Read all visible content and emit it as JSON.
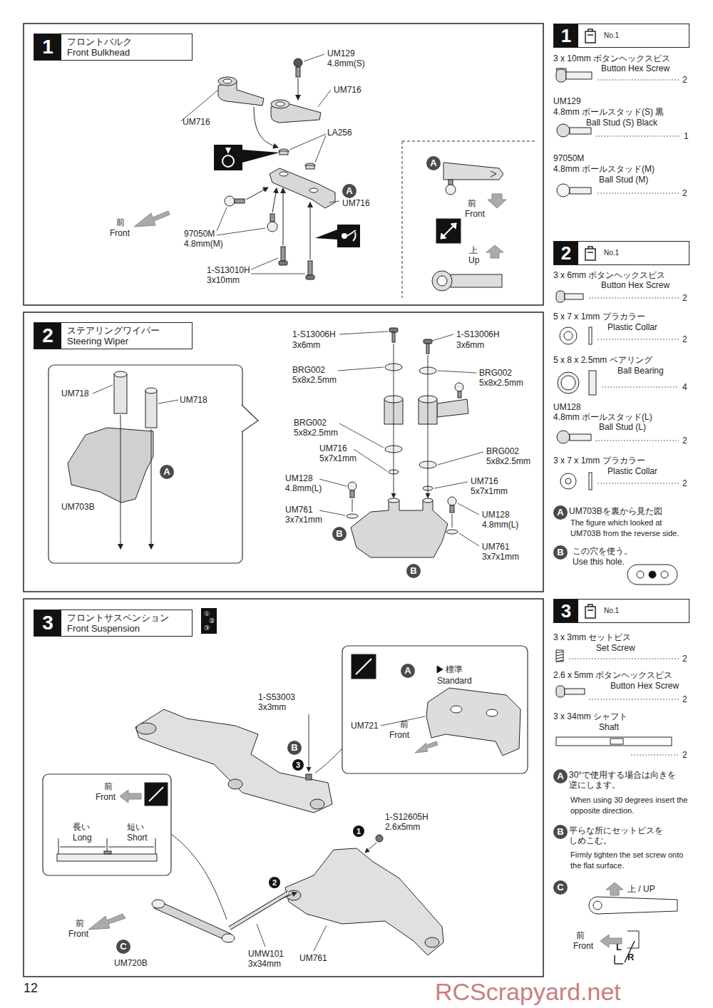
{
  "diagram": {
    "nodes": [
      {
        "text": [
          "1",
          "フロントバルク",
          "Front Bulkhead"
        ]
      },
      {
        "text": [
          "2",
          "ステアリングワイパー",
          "Steering Wiper"
        ]
      },
      {
        "text": [
          "3",
          "フロントサスペンション",
          "Front Suspension"
        ]
      },
      {
        "text": [
          "1",
          "No.1"
        ]
      },
      {
        "text": [
          "2",
          "No.1"
        ]
      },
      {
        "text": [
          "3",
          "No.1"
        ]
      }
    ],
    "labels": [
      "UM129",
      "4.8mm(S)",
      "UM716",
      "UM716",
      "LA256",
      "A",
      "UM716",
      "前",
      "Front",
      "97050M",
      "4.8mm(M)",
      "1-S13010H",
      "3x10mm",
      "A",
      "前",
      "Front",
      "上",
      "Up",
      "UM718",
      "UM718",
      "A",
      "UM703B",
      "1-S13006H",
      "3x6mm",
      "1-S13006H",
      "3x6mm",
      "BRG002",
      "5x8x2.5mm",
      "BRG002",
      "5x8x2.5mm",
      "BRG002",
      "5x8x2.5mm",
      "UM716",
      "5x7x1mm",
      "BRG002",
      "5x8x2.5mm",
      "UM128",
      "4.8mm(L)",
      "UM716",
      "5x7x1mm",
      "UM761",
      "3x7x1mm",
      "UM128",
      "4.8mm(L)",
      "B",
      "UM761",
      "3x7x1mm",
      "B",
      "①",
      "②",
      "③",
      "1-S53003",
      "3x3mm",
      "B",
      "3",
      "A",
      "標準",
      "Standard",
      "UM721",
      "前",
      "Front",
      "前",
      "Front",
      "長い",
      "Long",
      "短い",
      "Short",
      "1-S12605H",
      "2.6x5mm",
      "1",
      "2",
      "前",
      "Front",
      "C",
      "UM720B",
      "UMW101",
      "3x34mm",
      "UM761",
      "L",
      "R",
      "RCScrapyard.net",
      "12",
      "3 x 10mm ボタンヘックスビス",
      "Button Hex Screw",
      "2",
      "UM129",
      "4.8mm ボールスタッド(S) 黒",
      "Ball Stud (S) Black",
      "1",
      "97050M",
      "4.8mm ボールスタッド(M)",
      "Ball Stud (M)",
      "2",
      "3 x 6mm ボタンヘックスビス",
      "Button Hex Screw",
      "2",
      "5 x 7 x 1mm プラカラー",
      "Plastic Collar",
      "2",
      "5 x 8 x 2.5mm ベアリング",
      "Ball Bearing",
      "4",
      "UM128",
      "4.8mm ボールスタッド(L)",
      "Ball Stud (L)",
      "2",
      "3 x 7 x 1mm プラカラー",
      "Plastic Collar",
      "2",
      "A",
      "UM703Bを裏から見た図",
      "The figure which looked at UM703B from the reverse side.",
      "B",
      "この穴を使う。",
      "Use this hole.",
      "3 x 3mm セットビス",
      "Set Screw",
      "2",
      "2.6 x 5mm ボタンヘックスビス",
      "Button Hex Screw",
      "2",
      "3 x 34mm シャフト",
      "Shaft",
      "2",
      "A",
      "30°で使用する場合は向きを 逆にします。",
      "When using 30 degrees insert the opposite direction.",
      "B",
      "平らな所にセットビスを しめこむ。",
      "Firmly tighten the set screw onto the flat surface.",
      "C",
      "上 / UP",
      "前",
      "Front"
    ]
  }
}
